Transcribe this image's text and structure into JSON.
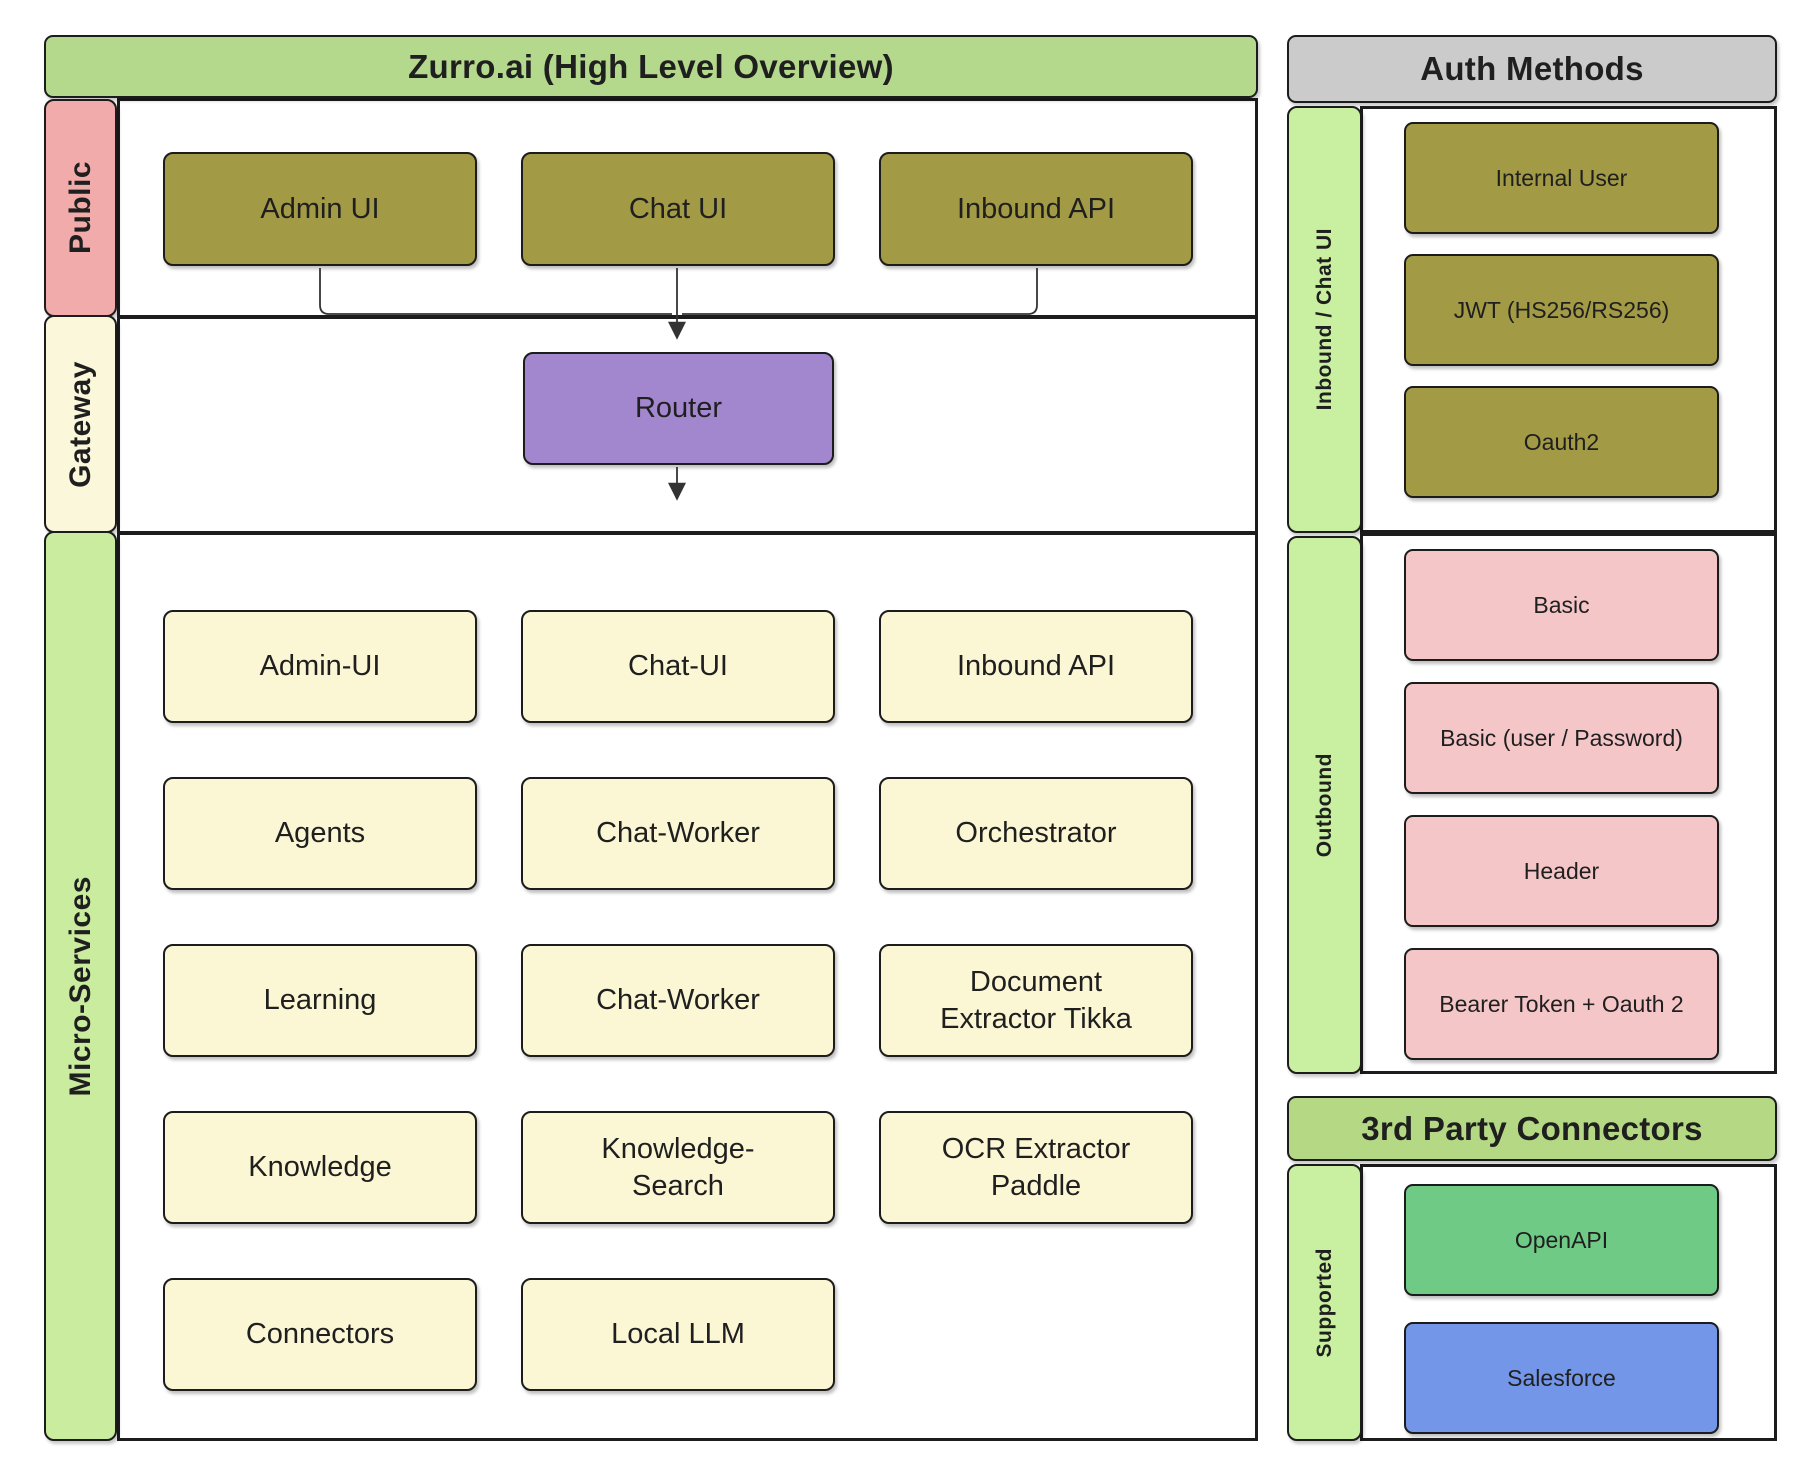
{
  "colors": {
    "title_green": "#b4d88c",
    "party_green": "#b4d884",
    "header_gray": "#cbcbcb",
    "label_pink": "#f2abab",
    "label_cream": "#fbf7da",
    "micro_green": "#c9ec9e",
    "label_green": "#c9f0a0",
    "olive": "#a29a45",
    "purple": "#a287cf",
    "cream": "#fbf6d3",
    "pink": "#f5c6c8",
    "green_box": "#6fca85",
    "blue_box": "#7396e8",
    "line": "#1c1c1c",
    "arrow": "#333333"
  },
  "main": {
    "title": "Zurro.ai (High Level Overview)",
    "public": {
      "label": "Public",
      "boxes": [
        "Admin UI",
        "Chat UI",
        "Inbound API"
      ]
    },
    "gateway": {
      "label": "Gateway",
      "router_label": "Router"
    },
    "micro": {
      "label": "Micro-Services",
      "boxes": [
        "Admin-UI",
        "Chat-UI",
        "Inbound API",
        "Agents",
        "Chat-Worker",
        "Orchestrator",
        "Learning",
        "Chat-Worker",
        "Document Extractor Tikka",
        "Knowledge",
        "Knowledge-Search",
        "OCR Extractor Paddle",
        "Connectors",
        "Local LLM"
      ]
    }
  },
  "auth": {
    "title": "Auth Methods",
    "inbound": {
      "label": "Inbound / Chat UI",
      "boxes": [
        "Internal User",
        "JWT (HS256/RS256)",
        "Oauth2"
      ]
    },
    "outbound": {
      "label": "Outbound",
      "boxes": [
        "Basic",
        "Basic (user / Password)",
        "Header",
        "Bearer Token + Oauth 2"
      ]
    }
  },
  "third_party": {
    "title": "3rd Party Connectors",
    "supported": {
      "label": "Supported",
      "boxes": [
        "OpenAPI",
        "Salesforce"
      ]
    }
  }
}
